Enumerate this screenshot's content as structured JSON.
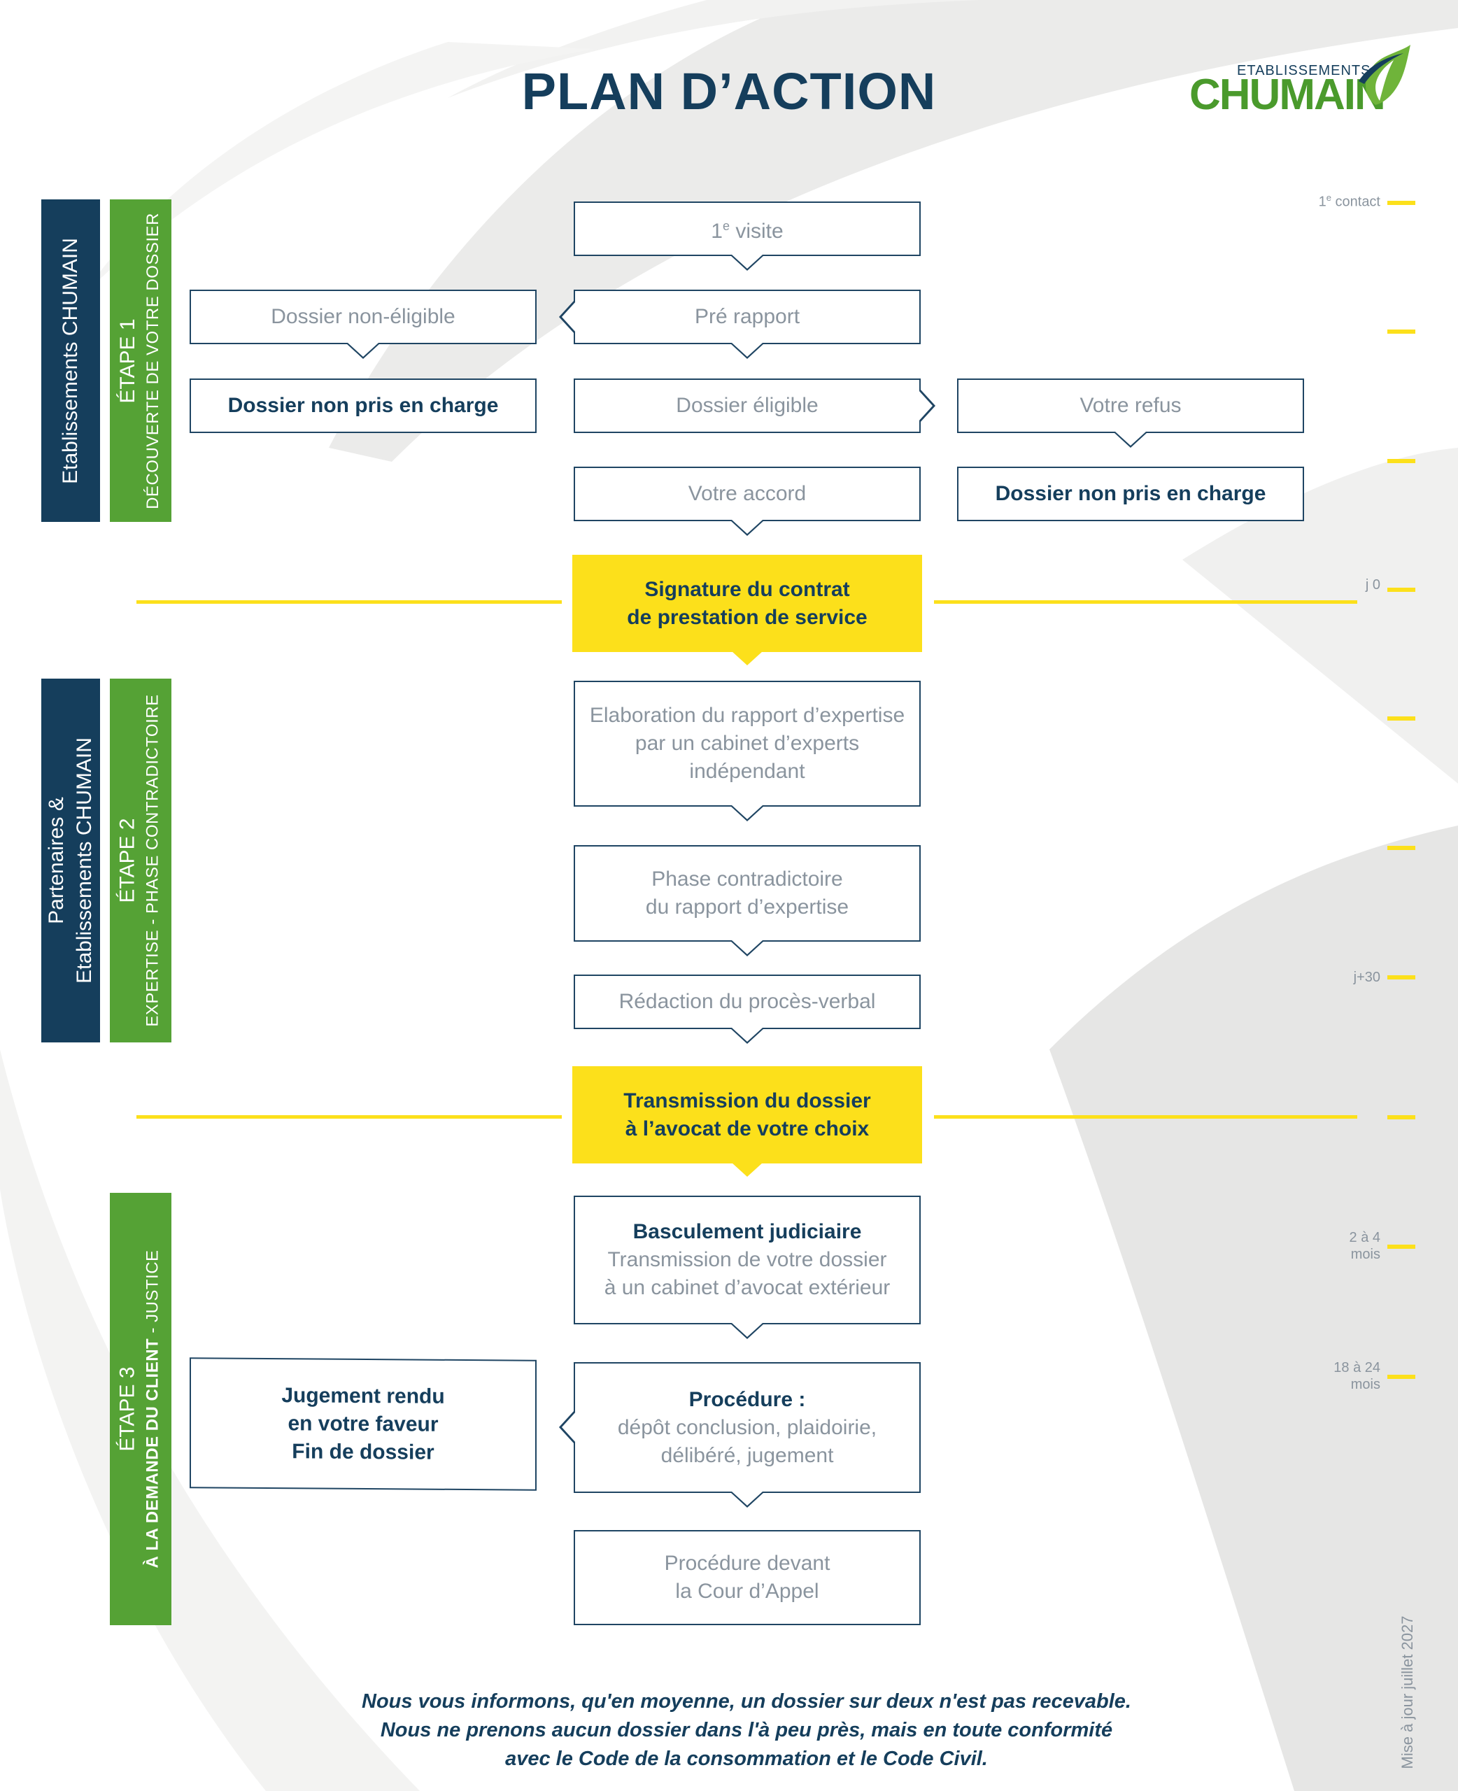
{
  "title": "PLAN D’ACTION",
  "logo": {
    "top": "ETABLISSEMENTS",
    "main": "CHUMAIN",
    "leaf_icon": "leaf-swoosh-icon"
  },
  "bands": {
    "actor1": "Etablissements CHUMAIN",
    "actor2_line1": "Partenaires &",
    "actor2_line2": "Etablissements CHUMAIN",
    "step1_title": "ÉTAPE 1",
    "step1_sub": "DÉCOUVERTE DE VOTRE DOSSIER",
    "step2_title": "ÉTAPE 2",
    "step2_sub": "EXPERTISE - PHASE CONTRADICTOIRE",
    "step3_title": "ÉTAPE 3",
    "step3_sub_bold": "À LA DEMANDE DU CLIENT",
    "step3_sub_rest": " - JUSTICE"
  },
  "boxes": {
    "first_visit_num": "1",
    "first_visit_sup": "e",
    "first_visit_rest": " visite",
    "pre_report": "Pré rapport",
    "not_eligible": "Dossier non-éligible",
    "not_handled_left": "Dossier non pris en charge",
    "eligible": "Dossier éligible",
    "your_refusal": "Votre refus",
    "your_agreement": "Votre accord",
    "not_handled_right": "Dossier non pris en charge",
    "signature_l1": "Signature du contrat",
    "signature_l2": "de prestation de service",
    "elaboration_l1": "Elaboration du rapport d’expertise",
    "elaboration_l2": "par un cabinet d’experts",
    "elaboration_l3": "indépendant",
    "contradictory_l1": "Phase contradictoire",
    "contradictory_l2": "du rapport d’expertise",
    "report_drafting": "Rédaction du procès-verbal",
    "transmission_l1": "Transmission du dossier",
    "transmission_l2": "à l’avocat de votre choix",
    "judicial_l1": "Basculement judiciaire",
    "judicial_l2": "Transmission de votre dossier",
    "judicial_l3": "à un cabinet d’avocat extérieur",
    "procedure_l1": "Procédure :",
    "procedure_l2": "dépôt conclusion, plaidoirie,",
    "procedure_l3": "délibéré, jugement",
    "judgment_l1": "Jugement rendu",
    "judgment_l2": "en votre faveur",
    "judgment_l3": "Fin de dossier",
    "appeal_l1": "Procédure devant",
    "appeal_l2": "la Cour d’Appel"
  },
  "timeline": {
    "first_contact_num": "1",
    "first_contact_sup": "e",
    "first_contact_rest": " contact",
    "j0": "j 0",
    "j30": "j+30",
    "m_2_4_l1": "2 à 4",
    "m_2_4_l2": "mois",
    "m_18_24_l1": "18 à 24",
    "m_18_24_l2": "mois"
  },
  "footer": {
    "line1": "Nous vous informons, qu'en moyenne, un dossier sur deux n'est pas recevable.",
    "line2": "Nous ne prenons aucun dossier dans l'à peu près, mais en toute conformité",
    "line3": "avec le Code de la consommation et le Code Civil."
  },
  "updated": "Mise à jour juillet 2027",
  "colors": {
    "navy": "#153e5c",
    "green": "#55a235",
    "yellow": "#fce01b",
    "box_border": "#1f4563",
    "muted_text": "#8a949e"
  }
}
